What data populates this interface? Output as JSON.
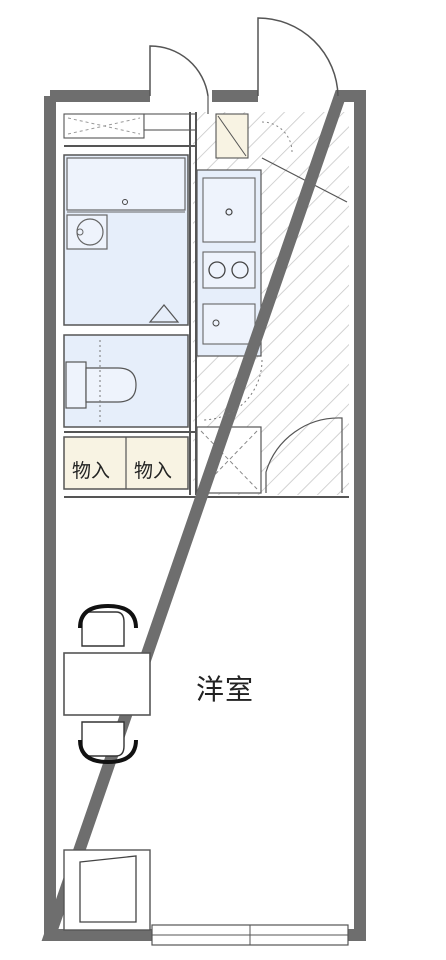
{
  "floor_plan": {
    "rooms": {
      "western_room": "洋室",
      "storage_left": "物入",
      "storage_right": "物入"
    }
  },
  "colors": {
    "wall": "#6e6e6e",
    "wet_area": "#e6eefa",
    "storage_fill": "#f8f3e3",
    "line": "#555555",
    "hatch": "#c8c8c8"
  }
}
